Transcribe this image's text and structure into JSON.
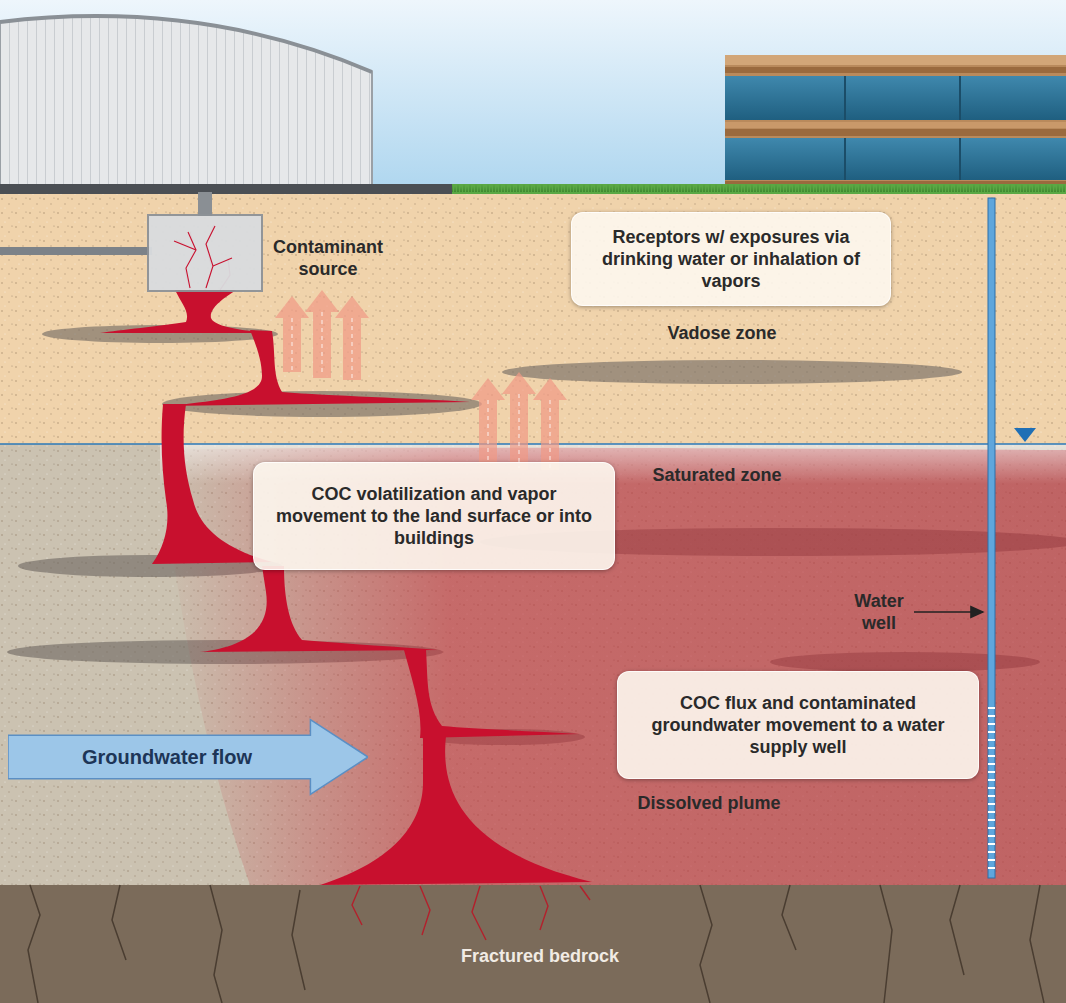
{
  "diagram": {
    "nodes": [
      {
        "text": [
          "Receptors w/ exposures via drinking water or inhalation of vapors"
        ]
      },
      {
        "text": [
          "COC volatilization and vapor movement to the land surface or into buildings"
        ]
      },
      {
        "text": [
          "COC flux and contaminated groundwater movement to a water supply well"
        ]
      },
      {
        "text": [
          "Groundwater flow"
        ]
      }
    ],
    "labels": [
      "Contaminant source",
      "Vadose zone",
      "Saturated zone",
      "Water well",
      "Dissolved plume",
      "Fractured bedrock"
    ]
  }
}
